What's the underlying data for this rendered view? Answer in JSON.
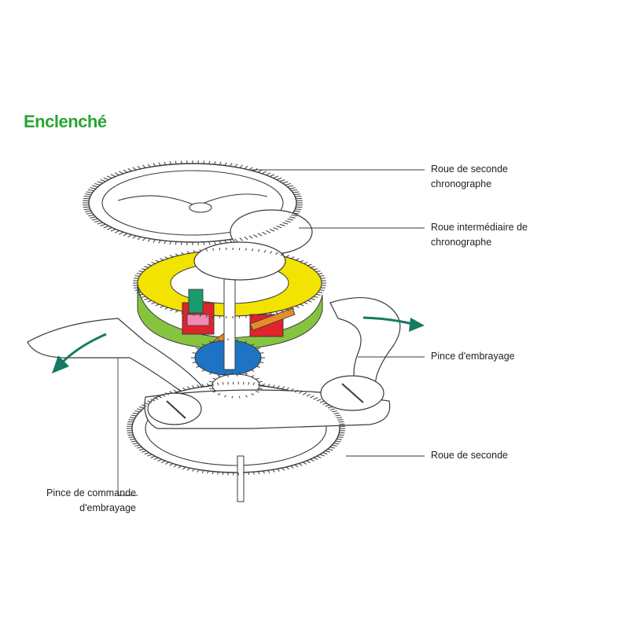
{
  "title": "Enclenché",
  "colors": {
    "title": "#2aa532",
    "arrow": "#177a63",
    "outline": "#3a3a3a",
    "yellow": "#f2e300",
    "green": "#86c440",
    "blue": "#1e73c4",
    "red": "#e1242c",
    "pink": "#f08ab4",
    "orange": "#e48d2a",
    "teal": "#1a9b6d"
  },
  "labels": [
    {
      "id": "chrono-seconds-wheel",
      "lines": [
        "Roue de seconde",
        "chronographe"
      ]
    },
    {
      "id": "intermediate-wheel",
      "lines": [
        "Roue intermédiaire de",
        "chronographe"
      ]
    },
    {
      "id": "clutch-clamp",
      "lines": [
        "Pince d'embrayage"
      ]
    },
    {
      "id": "seconds-wheel",
      "lines": [
        "Roue de seconde"
      ]
    },
    {
      "id": "clutch-control-clamp",
      "lines": [
        "Pince de commande",
        "d'embrayage"
      ]
    }
  ]
}
